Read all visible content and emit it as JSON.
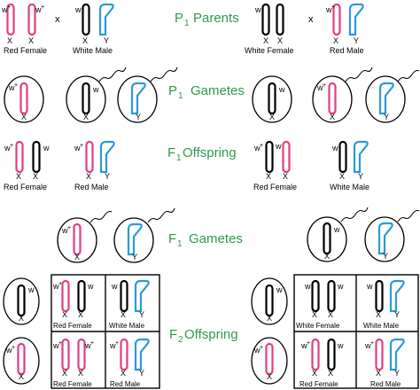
{
  "labels": {
    "p1_parents": "Parents",
    "p1_gametes": "Gametes",
    "f1_offspring": "Offspring",
    "f1_gametes": "Gametes",
    "f2_offspring": "Offspring",
    "p": "P",
    "f": "F",
    "sub1": "1",
    "sub2": "2"
  },
  "alleles": {
    "w": "w",
    "w_plus": "w",
    "plus": "+"
  },
  "chromosomes": {
    "x": "X",
    "y": "Y"
  },
  "cross": "x",
  "captions": {
    "red_female": "Red Female",
    "white_male": "White Male",
    "white_female": "White Female",
    "red_male": "Red Male"
  },
  "colors": {
    "red_chromosome": "#e23d83",
    "white_chromosome": "#000000",
    "y_chromosome": "#2a9ad6",
    "title_green": "#2e9a4c"
  }
}
